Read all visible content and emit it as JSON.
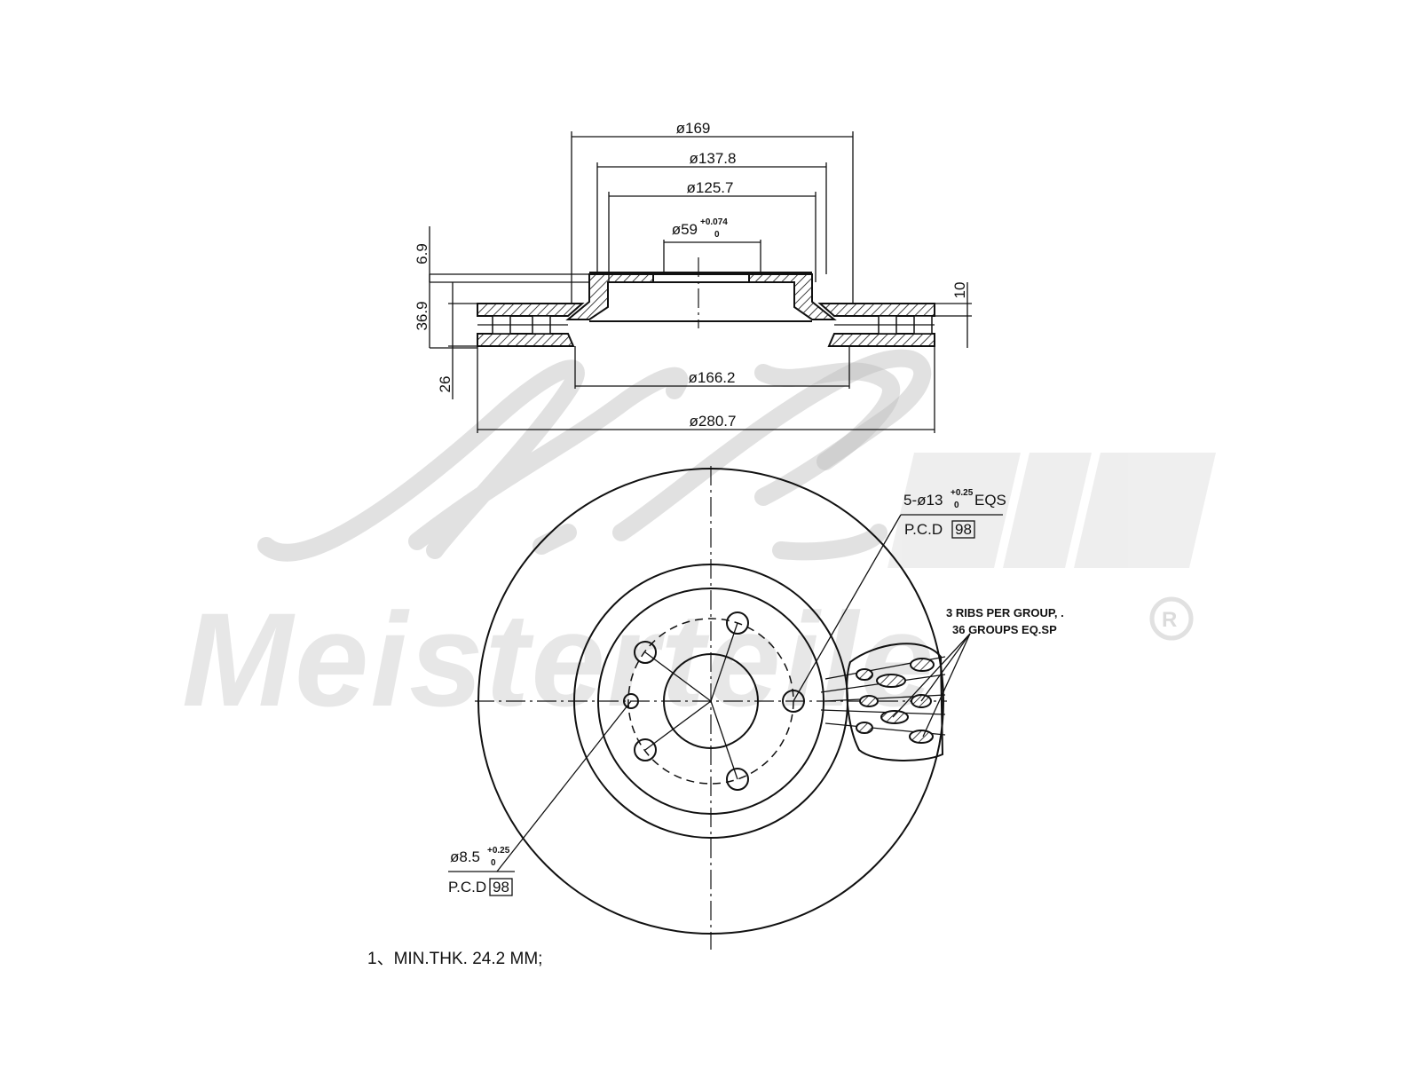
{
  "watermark": {
    "monogram": "A.Z.",
    "brand": "Meisterteile",
    "registered_mark": "R"
  },
  "side_view": {
    "dims": {
      "d_outer_hat": "ø169",
      "d_hat_top": "ø137.8",
      "d_hat_inner": "ø125.7",
      "d_bore": "ø59",
      "d_bore_tol_upper": "+0.074",
      "d_bore_tol_lower": "0",
      "d_inner_friction": "ø166.2",
      "d_outer": "ø280.7",
      "hat_thickness": "6.9",
      "total_height": "36.9",
      "disc_thickness": "26",
      "cheek_thickness": "10"
    }
  },
  "front_view": {
    "bolt_holes_label": "5-ø13",
    "bolt_holes_tol_upper": "+0.25",
    "bolt_holes_tol_lower": "0",
    "bolt_holes_suffix": "EQS",
    "bolt_pcd_label": "P.C.D",
    "bolt_pcd_value": "98",
    "small_hole_label": "ø8.5",
    "small_hole_tol_upper": "+0.25",
    "small_hole_tol_lower": "0",
    "small_pcd_label": "P.C.D",
    "small_pcd_value": "98",
    "ribs_line1": "3 RIBS PER GROUP, .",
    "ribs_line2": "36 GROUPS EQ.SP"
  },
  "note": "1、MIN.THK. 24.2 MM;"
}
